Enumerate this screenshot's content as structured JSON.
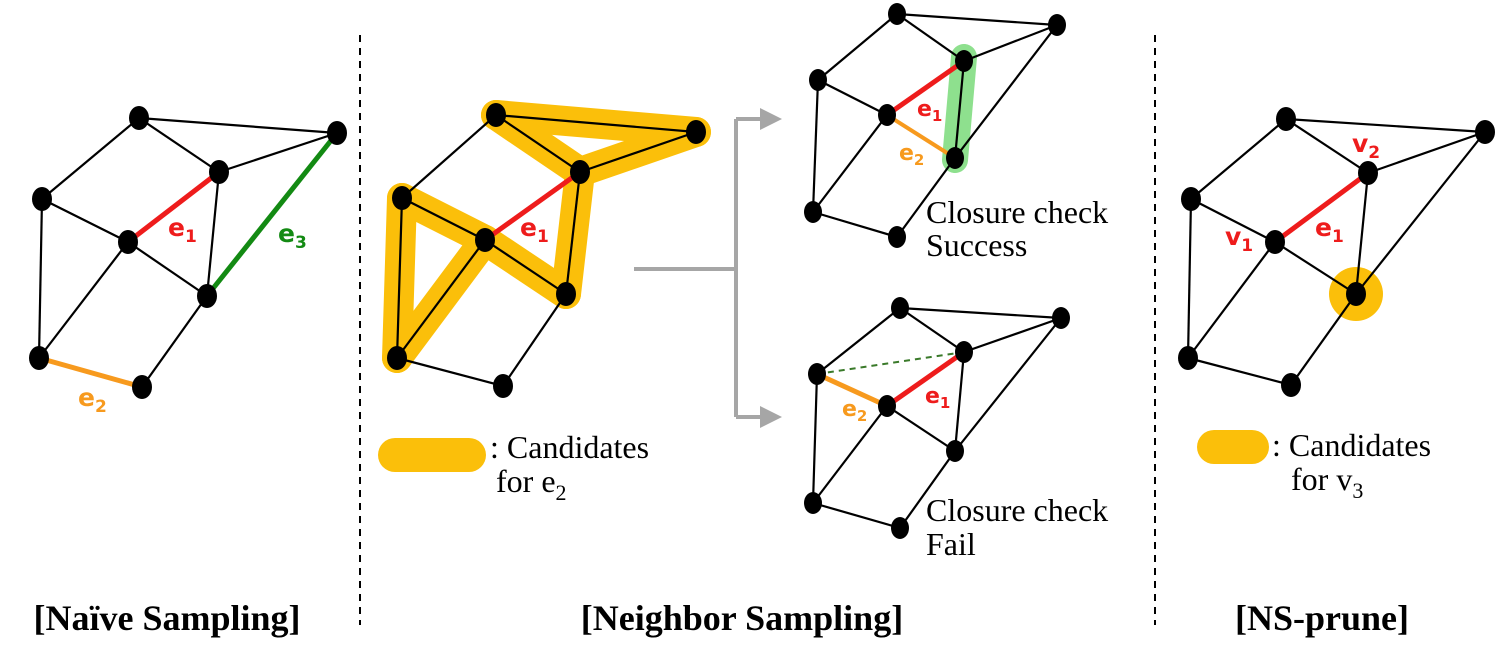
{
  "sections": {
    "naive_title": "[Naïve Sampling]",
    "neighbor_title": "[Neighbor Sampling]",
    "nsprune_title": "[NS-prune]"
  },
  "edge_labels": {
    "e1": {
      "main": "e",
      "sub": "1"
    },
    "e2": {
      "main": "e",
      "sub": "2"
    },
    "e3": {
      "main": "e",
      "sub": "3"
    }
  },
  "vertex_labels": {
    "v1": {
      "main": "v",
      "sub": "1"
    },
    "v2": {
      "main": "v",
      "sub": "2"
    }
  },
  "legend_neighbor": {
    "prefix": ": Candidates",
    "line2": "for e",
    "sub": "2"
  },
  "legend_nsprune": {
    "prefix": ": Candidates",
    "line2": "for v",
    "sub": "3"
  },
  "closure_success": {
    "line1": "Closure check",
    "line2": "Success"
  },
  "closure_fail": {
    "line1": "Closure check",
    "line2": "Fail"
  },
  "colors": {
    "red_edge": "#ee1c1c",
    "orange_edge": "#f79a1e",
    "green_edge": "#138a13",
    "candidate_highlight": "#fbbf0a",
    "closure_highlight": "#8ee08e",
    "arrow_gray": "#a6a6a6",
    "closure_dashed": "#3a7a2a",
    "node_black": "#000000"
  }
}
